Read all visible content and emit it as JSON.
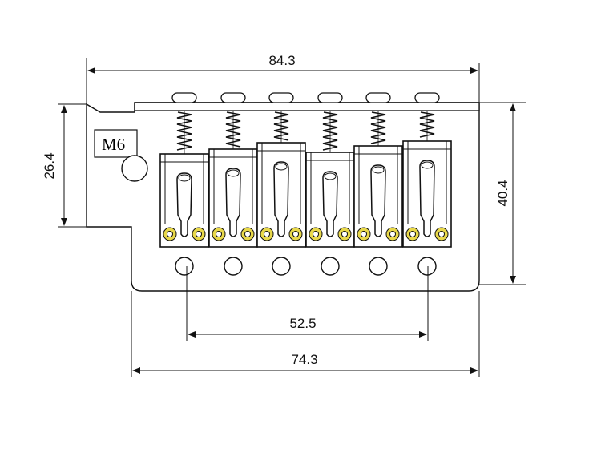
{
  "diagram": {
    "dimensions": {
      "overall_width": "84.3",
      "plate_width": "74.3",
      "hole_span": "52.5",
      "left_height": "26.4",
      "right_height": "40.4"
    },
    "screw_label": "M6",
    "saddle_count": 6,
    "colors": {
      "line": "#111111",
      "mount_ring": "#e8d84a",
      "background": "#ffffff"
    }
  }
}
